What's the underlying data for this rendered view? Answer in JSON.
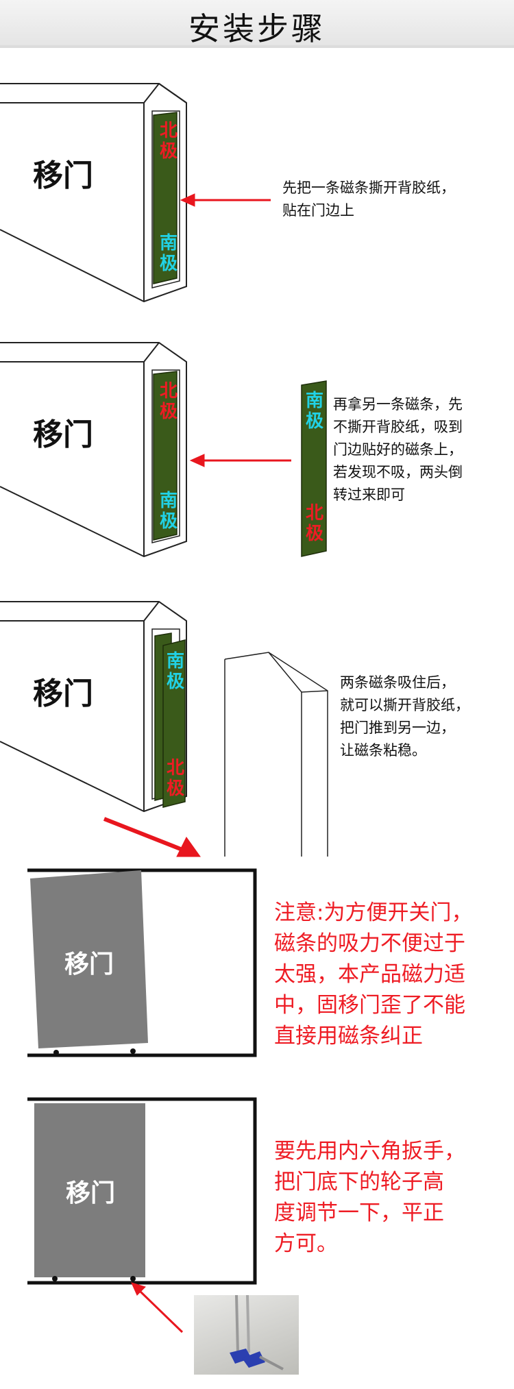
{
  "header": {
    "title": "安装步骤"
  },
  "steps": [
    {
      "door_label": "移门",
      "strip_top": "北极",
      "strip_bottom": "南极",
      "description": [
        "先把一条磁条撕开背胶纸，",
        "贴在门边上"
      ]
    },
    {
      "door_label": "移门",
      "strip_top": "北极",
      "strip_bottom": "南极",
      "loose_strip_top": "南极",
      "loose_strip_bottom": "北极",
      "description": [
        "再拿另一条磁条，先",
        "不撕开背胶纸，吸到",
        "门边贴好的磁条上，",
        "若发现不吸，两头倒",
        "转过来即可"
      ]
    },
    {
      "door_label": "移门",
      "front_strip_top": "南极",
      "front_strip_bottom": "北极",
      "description": [
        "两条磁条吸住后，",
        "就可以撕开背胶纸，",
        "把门推到另一边，",
        "让磁条粘稳。"
      ]
    }
  ],
  "notes": [
    {
      "door_label": "移门",
      "text": [
        "注意:为方便开关门，",
        "磁条的吸力不便过于",
        "太强，本产品磁力适",
        "中，固移门歪了不能",
        "直接用磁条纠正"
      ]
    },
    {
      "door_label": "移门",
      "text": [
        "要先用内六角扳手，",
        "把门底下的轮子高",
        "度调节一下，平正",
        "方可。"
      ]
    }
  ],
  "colors": {
    "strip_green": "#3a5a1a",
    "north_red": "#ee1c24",
    "south_cyan": "#21d2e6",
    "arrow_red": "#e8161e",
    "door_gray": "#7d7d7d",
    "hex_key_blue": "#2b3fb0"
  },
  "icons": [
    "arrow-left-icon",
    "arrow-diagonal-icon",
    "hex-key-photo"
  ]
}
